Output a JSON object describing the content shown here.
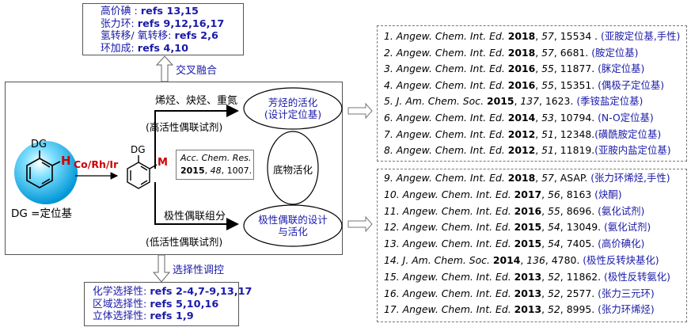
{
  "top_box": {
    "lines": [
      {
        "label": "高价碘 : ",
        "refs": "refs 13,15"
      },
      {
        "label": "张力环: ",
        "refs": "refs 9,12,16,17"
      },
      {
        "label": "氢转移/ 氧转移: ",
        "refs": "refs 2,6"
      },
      {
        "label": "环加成: ",
        "refs": "refs 4,10"
      }
    ]
  },
  "cross_fusion": "交叉融合",
  "selectivity_control": "选择性调控",
  "bottom_box": {
    "lines": [
      {
        "label": "化学选择性: ",
        "refs": "refs 2-4,7-9,13,17"
      },
      {
        "label": "区域选择性: ",
        "refs": "refs 5,10,16"
      },
      {
        "label": "立体选择性: ",
        "refs": "refs 1,9"
      }
    ]
  },
  "main": {
    "upper_arrow_label": "烯烃、炔烃、重氮",
    "upper_arrow_sub": "(高活性偶联试剂)",
    "lower_arrow_label": "极性偶联组分",
    "lower_arrow_sub": "(低活性偶联试剂)",
    "catalyst": "Co/Rh/Ir",
    "dg_definition": "DG =定位基",
    "dg_label": "DG",
    "h_label": "H",
    "m_label": "M",
    "citation": {
      "journal": "Acc. Chem. Res.",
      "year": "2015",
      "vol": "48",
      "page": "1007."
    },
    "oval_top": [
      "芳烃的活化",
      "(设计定位基)"
    ],
    "oval_mid": "底物活化",
    "oval_bot": [
      "极性偶联的设计",
      "与活化"
    ]
  },
  "refs_top": [
    {
      "n": "1.",
      "j": "Angew. Chem. Int. Ed.",
      "y": "2018",
      "v": "57",
      "p": "15534 . ",
      "note": "(亚胺定位基,手性)"
    },
    {
      "n": "2.",
      "j": "Angew. Chem. Int. Ed.",
      "y": "2018",
      "v": "57",
      "p": "6681. ",
      "note": "(胺定位基)"
    },
    {
      "n": "3.",
      "j": "Angew. Chem. Int. Ed.",
      "y": "2016",
      "v": "55",
      "p": "11877. ",
      "note": "(脒定位基)"
    },
    {
      "n": "4.",
      "j": "Angew. Chem. Int. Ed.",
      "y": "2016",
      "v": "55",
      "p": "15351. ",
      "note": "(偶极子定位基)"
    },
    {
      "n": "5.",
      "j": "J. Am. Chem. Soc.",
      "y": "2015",
      "v": "137",
      "p": "1623. ",
      "note": "(季铵盐定位基)"
    },
    {
      "n": "6.",
      "j": "Angew. Chem. Int. Ed.",
      "y": "2014",
      "v": "53",
      "p": "10794. ",
      "note": "(N-O定位基)"
    },
    {
      "n": "7.",
      "j": "Angew. Chem. Int. Ed.",
      "y": "2012",
      "v": "51",
      "p": "12348.",
      "note": "(磺酰胺定位基)"
    },
    {
      "n": "8.",
      "j": "Angew. Chem. Int. Ed.",
      "y": "2012",
      "v": "51",
      "p": "11819.",
      "note": "(亚胺内盐定位基)"
    }
  ],
  "refs_bottom": [
    {
      "n": "9.",
      "j": "Angew. Chem. Int. Ed.",
      "y": "2018",
      "v": "57",
      "p": "ASAP. ",
      "note": "(张力环烯烃,手性)"
    },
    {
      "n": "10.",
      "j": "Angew. Chem. Int. Ed.",
      "y": "2017",
      "v": "56",
      "p": "8163 ",
      "note": "(炔酮)"
    },
    {
      "n": "11.",
      "j": "Angew. Chem. Int. Ed.",
      "y": "2016",
      "v": "55",
      "p": "8696. ",
      "note": "(氨化试剂)"
    },
    {
      "n": "12.",
      "j": "Angew. Chem. Int. Ed.",
      "y": "2015",
      "v": "54",
      "p": "13049. ",
      "note": "(氨化试剂)"
    },
    {
      "n": "13.",
      "j": "Angew. Chem. Int. Ed.",
      "y": "2015",
      "v": "54",
      "p": "7405. ",
      "note": "(高价碘化)"
    },
    {
      "n": "14.",
      "j": "J. Am. Chem. Soc.",
      "y": "2014",
      "v": "136",
      "p": "4780. ",
      "note": "(极性反转炔基化)"
    },
    {
      "n": "15.",
      "j": "Angew. Chem. Int. Ed.",
      "y": "2013",
      "v": "52",
      "p": "11862. ",
      "note": "(极性反转氨化)"
    },
    {
      "n": "16.",
      "j": "Angew. Chem. Int. Ed.",
      "y": "2013",
      "v": "52",
      "p": "2577. ",
      "note": "(张力三元环)"
    },
    {
      "n": "17.",
      "j": "Angew. Chem. Int. Ed.",
      "y": "2013",
      "v": "52",
      "p": "8995. ",
      "note": "(张力环烯烃)"
    }
  ]
}
